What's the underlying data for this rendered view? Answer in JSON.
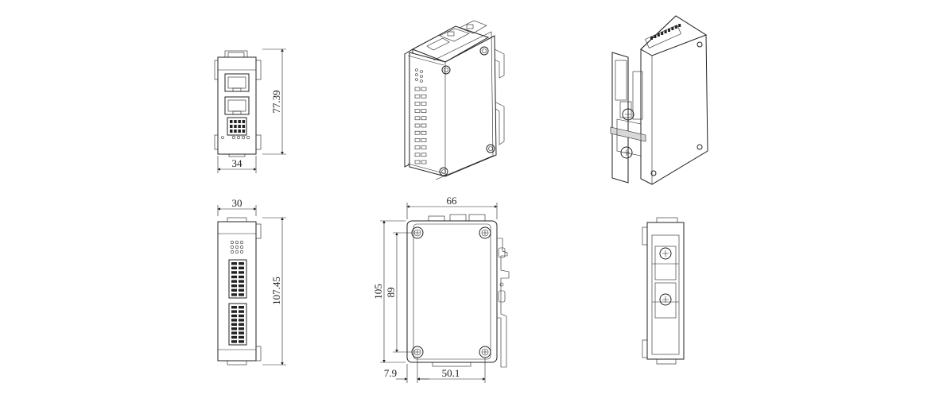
{
  "dimensions": {
    "front_width": "34",
    "front_height": "77.39",
    "side_width": "30",
    "side_height": "107.45",
    "main_width": "66",
    "main_height_outer": "105",
    "main_height_holes": "89",
    "main_offset_left": "7.9",
    "main_hole_spacing": "50.1"
  }
}
